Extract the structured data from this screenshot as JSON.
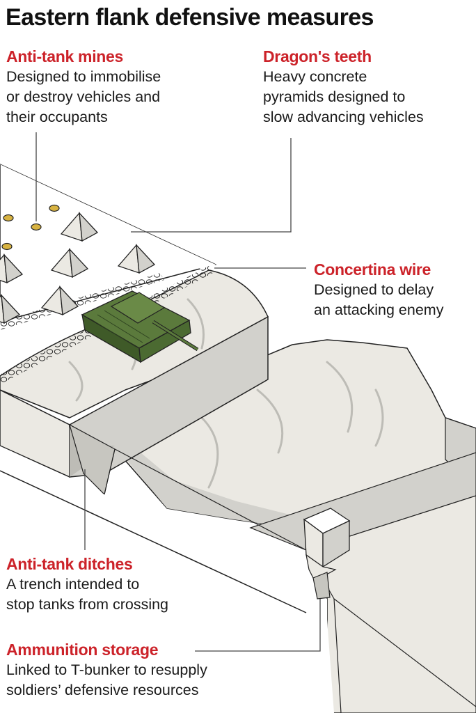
{
  "title": "Eastern flank defensive measures",
  "accent_color": "#cc2229",
  "callouts": {
    "anti_tank_mines": {
      "heading": "Anti-tank mines",
      "description": [
        "Designed to immobilise",
        "or destroy vehicles and",
        "their occupants"
      ]
    },
    "dragons_teeth": {
      "heading": "Dragon's teeth",
      "description": [
        "Heavy concrete",
        "pyramids designed to",
        "slow advancing vehicles"
      ]
    },
    "concertina_wire": {
      "heading": "Concertina wire",
      "description": [
        "Designed to delay",
        "an attacking enemy"
      ]
    },
    "anti_tank_ditches": {
      "heading": "Anti-tank ditches",
      "description": [
        "A trench intended to",
        "stop tanks from crossing"
      ]
    },
    "ammunition_storage": {
      "heading": "Ammunition storage",
      "description": [
        "Linked to T-bunker to resupply",
        "soldiers’ defensive resources"
      ]
    }
  },
  "illustration": {
    "ground_color": "#ebe9e3",
    "shadow_color": "#d2d1cc",
    "tank_color": "#5b7a3c",
    "mine_color": "#d8b341"
  }
}
